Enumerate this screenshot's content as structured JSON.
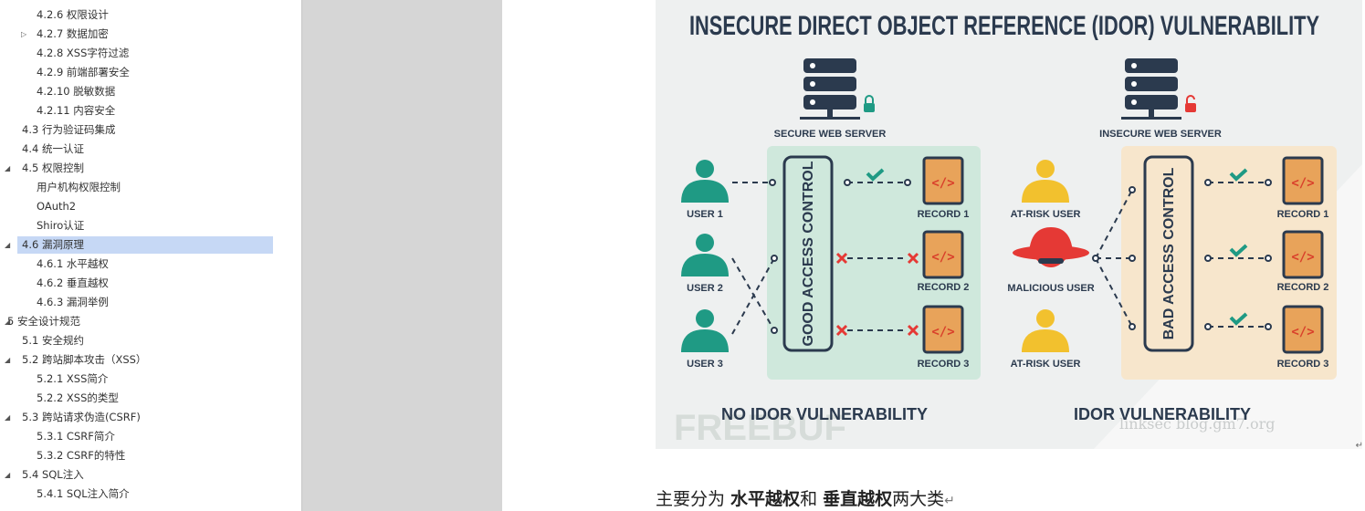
{
  "nav": {
    "items": [
      {
        "label": "4.2.6 权限设计",
        "indent": 2,
        "arrow": ""
      },
      {
        "label": "4.2.7 数据加密",
        "indent": 2,
        "arrow": "▷"
      },
      {
        "label": "4.2.8 XSS字符过滤",
        "indent": 2,
        "arrow": ""
      },
      {
        "label": "4.2.9 前端部署安全",
        "indent": 2,
        "arrow": ""
      },
      {
        "label": "4.2.10 脱敏数据",
        "indent": 2,
        "arrow": ""
      },
      {
        "label": "4.2.11 内容安全",
        "indent": 2,
        "arrow": ""
      },
      {
        "label": "4.3 行为验证码集成",
        "indent": 1,
        "arrow": ""
      },
      {
        "label": "4.4 统一认证",
        "indent": 1,
        "arrow": ""
      },
      {
        "label": "4.5 权限控制",
        "indent": 1,
        "arrow": "◢"
      },
      {
        "label": "用户机构权限控制",
        "indent": 2,
        "arrow": ""
      },
      {
        "label": "OAuth2",
        "indent": 2,
        "arrow": ""
      },
      {
        "label": "Shiro认证",
        "indent": 2,
        "arrow": ""
      },
      {
        "label": "4.6 漏洞原理",
        "indent": 1,
        "arrow": "◢",
        "selected": true
      },
      {
        "label": "4.6.1 水平越权",
        "indent": 2,
        "arrow": ""
      },
      {
        "label": "4.6.2 垂直越权",
        "indent": 2,
        "arrow": ""
      },
      {
        "label": "4.6.3 漏洞举例",
        "indent": 2,
        "arrow": ""
      },
      {
        "label": "5 安全设计规范",
        "indent": 0,
        "arrow": "◢"
      },
      {
        "label": "5.1 安全规约",
        "indent": 1,
        "arrow": ""
      },
      {
        "label": "5.2 跨站脚本攻击（XSS）",
        "indent": 1,
        "arrow": "◢"
      },
      {
        "label": "5.2.1 XSS简介",
        "indent": 2,
        "arrow": ""
      },
      {
        "label": "5.2.2 XSS的类型",
        "indent": 2,
        "arrow": ""
      },
      {
        "label": "5.3 跨站请求伪造(CSRF)",
        "indent": 1,
        "arrow": "◢"
      },
      {
        "label": "5.3.1 CSRF简介",
        "indent": 2,
        "arrow": ""
      },
      {
        "label": "5.3.2 CSRF的特性",
        "indent": 2,
        "arrow": ""
      },
      {
        "label": "5.4 SQL注入",
        "indent": 1,
        "arrow": "◢"
      },
      {
        "label": "5.4.1 SQL注入简介",
        "indent": 2,
        "arrow": ""
      }
    ]
  },
  "figure": {
    "title": "INSECURE DIRECT OBJECT REFERENCE (IDOR) VULNERABILITY",
    "left_server": "SECURE WEB SERVER",
    "right_server": "INSECURE WEB SERVER",
    "good_control": "GOOD ACCESS CONTROL",
    "bad_control": "BAD ACCESS CONTROL",
    "users": [
      "USER 1",
      "USER 2",
      "USER 3"
    ],
    "right_users": [
      "AT-RISK USER",
      "MALICIOUS USER",
      "AT-RISK USER"
    ],
    "records": [
      "RECORD 1",
      "RECORD 2",
      "RECORD 3"
    ],
    "left_caption": "NO IDOR VULNERABILITY",
    "right_caption": "IDOR VULNERABILITY",
    "watermark_left": "FREEBUF",
    "watermark_right": "linksec blog.gm7.org",
    "colors": {
      "navy": "#2b3a4e",
      "teal": "#1f9a84",
      "green_panel": "#cfe8dc",
      "beige_panel": "#f7e6cc",
      "red": "#e53935",
      "yellow": "#f2c12e",
      "record": "#e8a35a"
    }
  },
  "body": {
    "prefix": "主要分为 ",
    "bold1": "水平越权",
    "mid": "和 ",
    "bold2": "垂直越权",
    "suffix": "两大类",
    "mark": "↵"
  },
  "right_mark": "↵"
}
